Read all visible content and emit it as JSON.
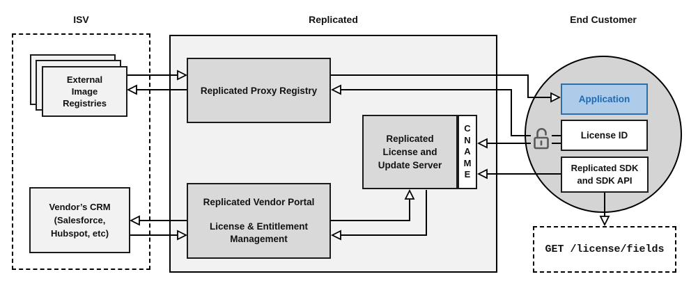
{
  "titles": {
    "isv": "ISV",
    "replicated": "Replicated",
    "end_customer": "End Customer"
  },
  "nodes": {
    "external_registries": {
      "lines": [
        "External",
        "Image",
        "Registries"
      ]
    },
    "vendor_crm": {
      "lines": [
        "Vendor’s CRM",
        "(Salesforce,",
        "Hubspot, etc)"
      ]
    },
    "proxy_registry": {
      "label": "Replicated Proxy Registry"
    },
    "license_update_server": {
      "lines": [
        "Replicated",
        "License and",
        "Update Server"
      ]
    },
    "cname": {
      "letters": [
        "C",
        "N",
        "A",
        "M",
        "E"
      ]
    },
    "vendor_portal": {
      "title": "Replicated Vendor Portal",
      "lines": [
        "License & Entitlement",
        "Management"
      ]
    },
    "application": {
      "label": "Application"
    },
    "license_id": {
      "label": "License ID"
    },
    "replicated_sdk": {
      "lines": [
        "Replicated SDK",
        "and SDK API"
      ]
    },
    "get_endpoint": {
      "label": "GET /license/fields"
    }
  },
  "icons": {
    "lock": "unlocked-padlock-icon"
  },
  "colors": {
    "line": "#000000",
    "container_fill": "#f2f2f2",
    "node_fill": "#d9d9d9",
    "circle_fill": "#d4d4d4",
    "application_fill": "#aecbea",
    "application_border": "#2e6da8",
    "application_text": "#1e6ab0",
    "lock_icon": "#595959"
  }
}
